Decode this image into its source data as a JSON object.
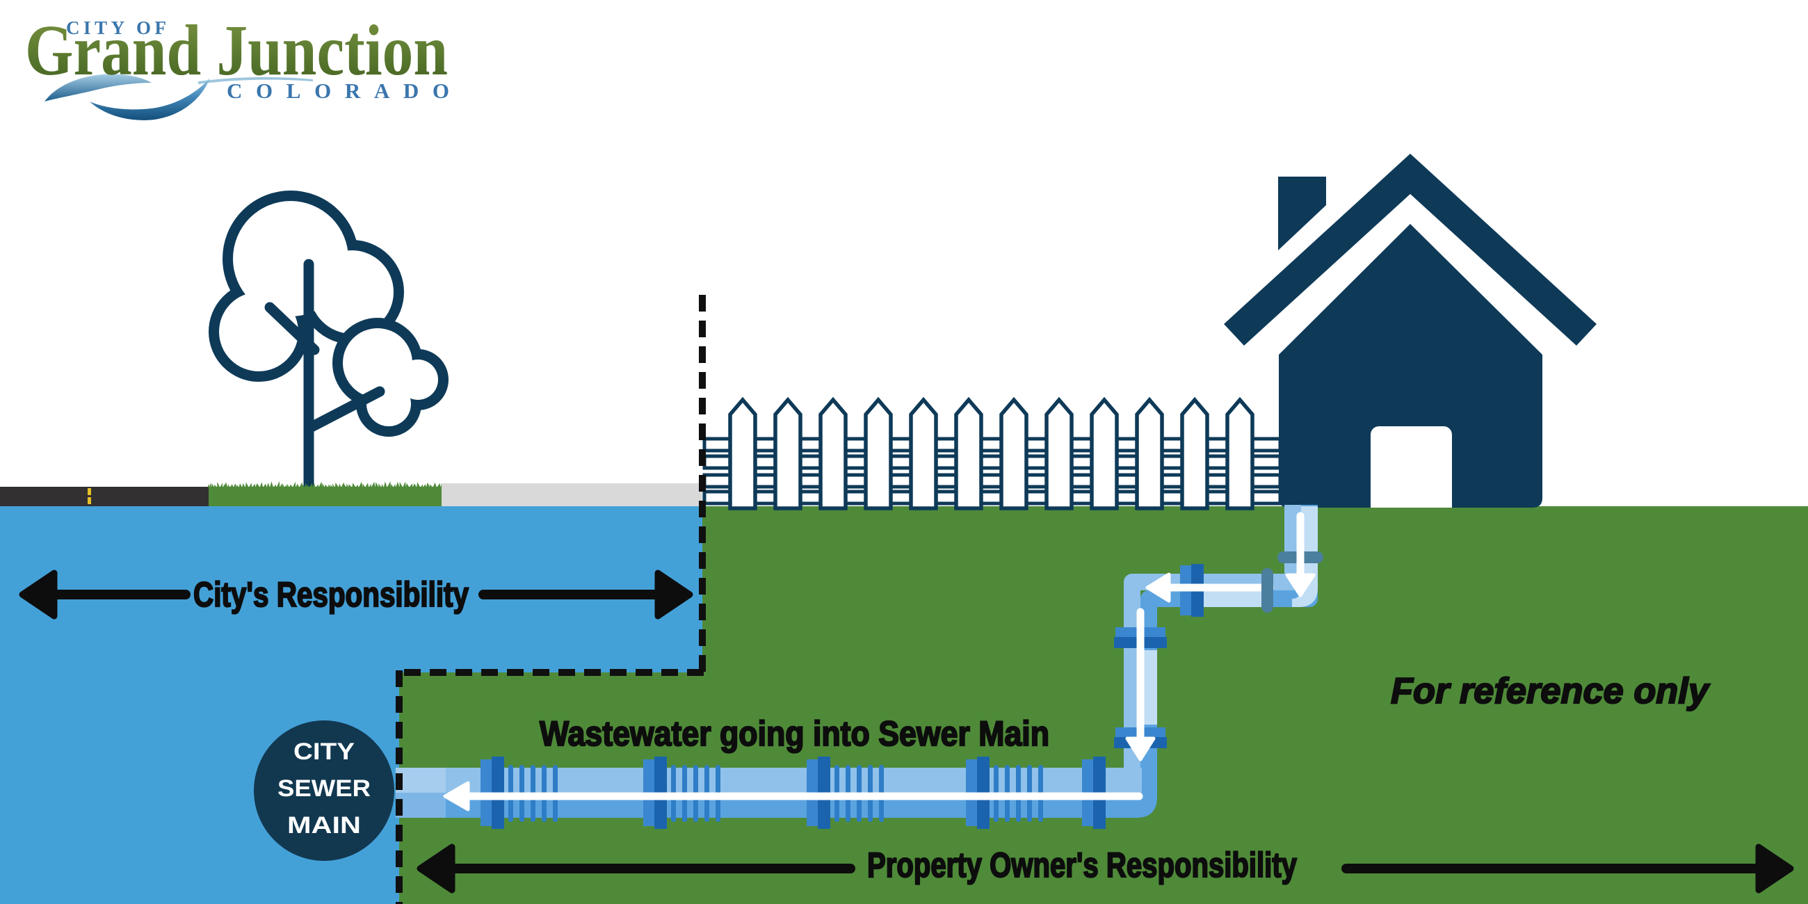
{
  "logo": {
    "city_of": "CITY OF",
    "name": "Grand Junction",
    "state": "COLORADO"
  },
  "labels": {
    "city_responsibility": "City's Responsibility",
    "wastewater": "Wastewater going into Sewer Main",
    "reference": "For reference only",
    "property_responsibility": "Property Owner's Responsibility"
  },
  "sewer_main_badge": {
    "line1": "CITY",
    "line2": "SEWER",
    "line3": "MAIN"
  },
  "colors": {
    "navy": "#0e3a58",
    "underground_city_blue": "#44a1d8",
    "underground_property_green": "#4f8a39",
    "pipe_light": "#8cbfea",
    "pipe_mid": "#5ca4e0",
    "pipe_pale": "#bedbf3",
    "flange_dark": "#1b64ad",
    "flange_light": "#3b87cf",
    "coupling_teal": "#4b7f9e",
    "road_gray": "#333032",
    "road_yellow": "#e5bf2a",
    "sidewalk_gray": "#d9d9d9",
    "logo_green": "#5d7c31",
    "logo_blue": "#3b76ad",
    "text_black": "#0d0d0d"
  }
}
